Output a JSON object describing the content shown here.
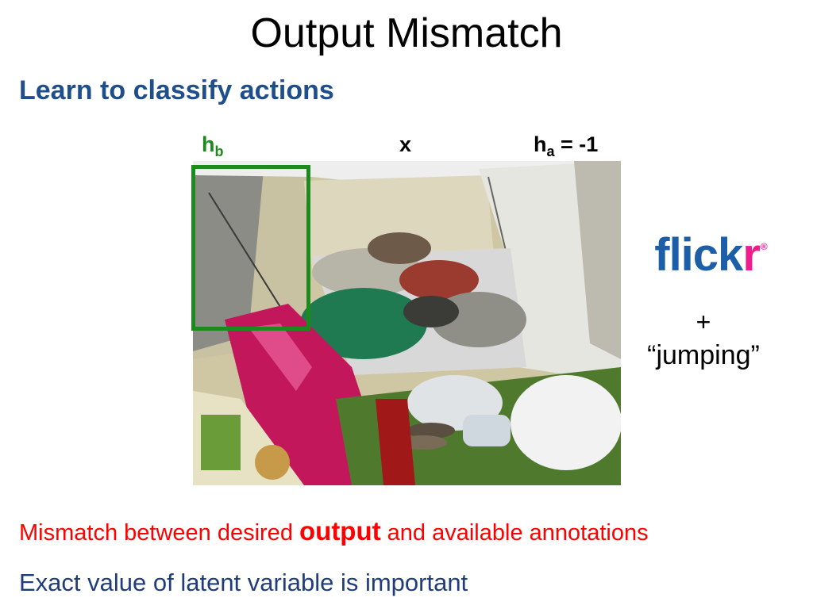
{
  "slide": {
    "title": "Output Mismatch",
    "subtitle": "Learn to classify actions",
    "labels": {
      "hb_main": "h",
      "hb_sub": "b",
      "x": "x",
      "ha_main": "h",
      "ha_sub": "a",
      "ha_value": " = -1"
    },
    "logo": {
      "flick": "flick",
      "r": "r",
      "reg": "®"
    },
    "plus": "+",
    "query": "“jumping”",
    "mismatch": {
      "before": "Mismatch between desired ",
      "emph": "output",
      "after": " and available annotations"
    },
    "note": "Exact value of latent variable is important"
  },
  "colors": {
    "subtitle": "#1f4e8c",
    "hb_label": "#1d8a1d",
    "hb_box": "#1d8a1d",
    "mismatch": "#ff0000",
    "note": "#1f3d7a"
  }
}
